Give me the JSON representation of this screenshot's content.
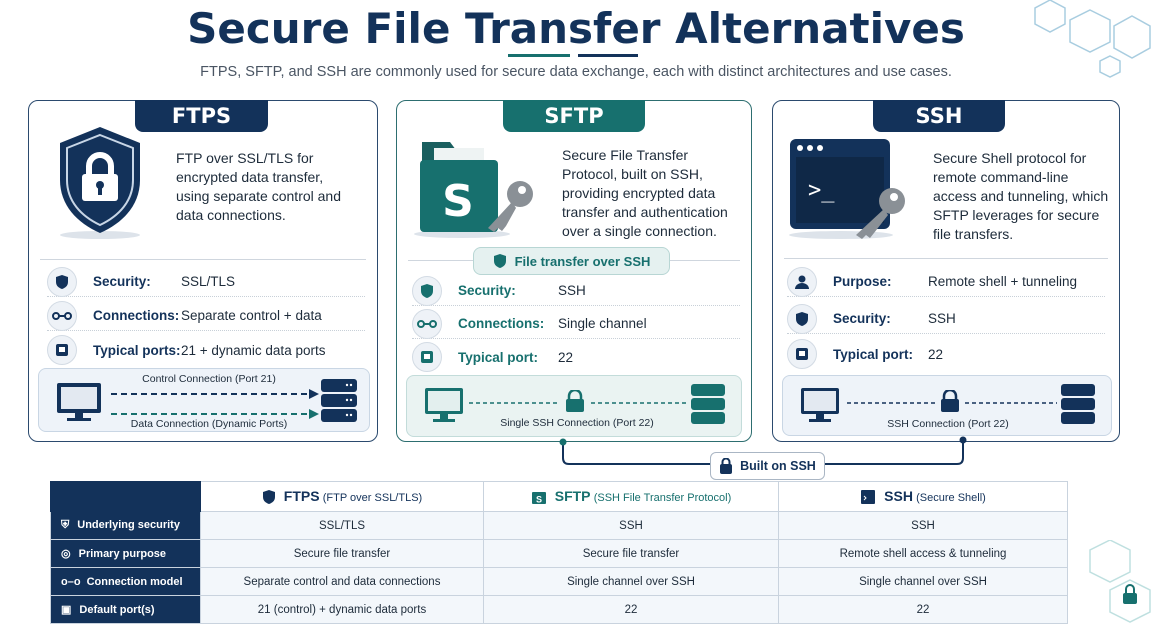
{
  "title": "Secure File Transfer Alternatives",
  "subtitle": "FTPS, SFTP, and SSH are commonly used for secure data exchange, each with distinct architectures and use cases.",
  "colors": {
    "navy": "#13325a",
    "teal": "#17706e"
  },
  "cards": [
    {
      "name": "FTPS",
      "icon": "shield-lock-icon",
      "description": "FTP over SSL/TLS for encrypted data transfer, using separate control and data connections.",
      "rows": [
        {
          "icon": "shield-icon",
          "label": "Security:",
          "value": "SSL/TLS"
        },
        {
          "icon": "connection-icon",
          "label": "Connections:",
          "value": "Separate control + data"
        },
        {
          "icon": "port-icon",
          "label": "Typical ports:",
          "value": "21 + dynamic data ports"
        }
      ],
      "diagram": {
        "top_label": "Control Connection (Port 21)",
        "bottom_label": "Data Connection (Dynamic Ports)"
      }
    },
    {
      "name": "SFTP",
      "icon": "folder-key-icon",
      "folder_letter": "S",
      "description": "Secure File Transfer Protocol, built on SSH, providing encrypted data transfer and authentication over a single connection.",
      "badge": "File transfer over SSH",
      "rows": [
        {
          "icon": "shield-icon",
          "label": "Security:",
          "value": "SSH"
        },
        {
          "icon": "connection-icon",
          "label": "Connections:",
          "value": "Single channel"
        },
        {
          "icon": "port-icon",
          "label": "Typical port:",
          "value": "22"
        }
      ],
      "diagram": {
        "label": "Single SSH Connection (Port 22)"
      }
    },
    {
      "name": "SSH",
      "icon": "terminal-key-icon",
      "terminal_prompt": ">_",
      "description": "Secure Shell protocol for remote command-line access and tunneling, which SFTP leverages for secure file transfers.",
      "rows": [
        {
          "icon": "user-icon",
          "label": "Purpose:",
          "value": "Remote shell + tunneling"
        },
        {
          "icon": "shield-icon",
          "label": "Security:",
          "value": "SSH"
        },
        {
          "icon": "port-icon",
          "label": "Typical port:",
          "value": "22"
        }
      ],
      "diagram": {
        "label": "SSH Connection (Port 22)"
      }
    }
  ],
  "connector_label": "Built on SSH",
  "table": {
    "columns": [
      {
        "name": "FTPS",
        "sub": "(FTP over SSL/TLS)"
      },
      {
        "name": "SFTP",
        "sub": "(SSH File Transfer Protocol)"
      },
      {
        "name": "SSH",
        "sub": "(Secure Shell)"
      }
    ],
    "rows": [
      {
        "label": "Underlying security",
        "cells": [
          "SSL/TLS",
          "SSH",
          "SSH"
        ]
      },
      {
        "label": "Primary purpose",
        "cells": [
          "Secure file transfer",
          "Secure file transfer",
          "Remote shell access & tunneling"
        ]
      },
      {
        "label": "Connection model",
        "cells": [
          "Separate control and data connections",
          "Single channel over SSH",
          "Single channel over SSH"
        ]
      },
      {
        "label": "Default port(s)",
        "cells": [
          "21 (control) + dynamic data ports",
          "22",
          "22"
        ]
      }
    ]
  }
}
